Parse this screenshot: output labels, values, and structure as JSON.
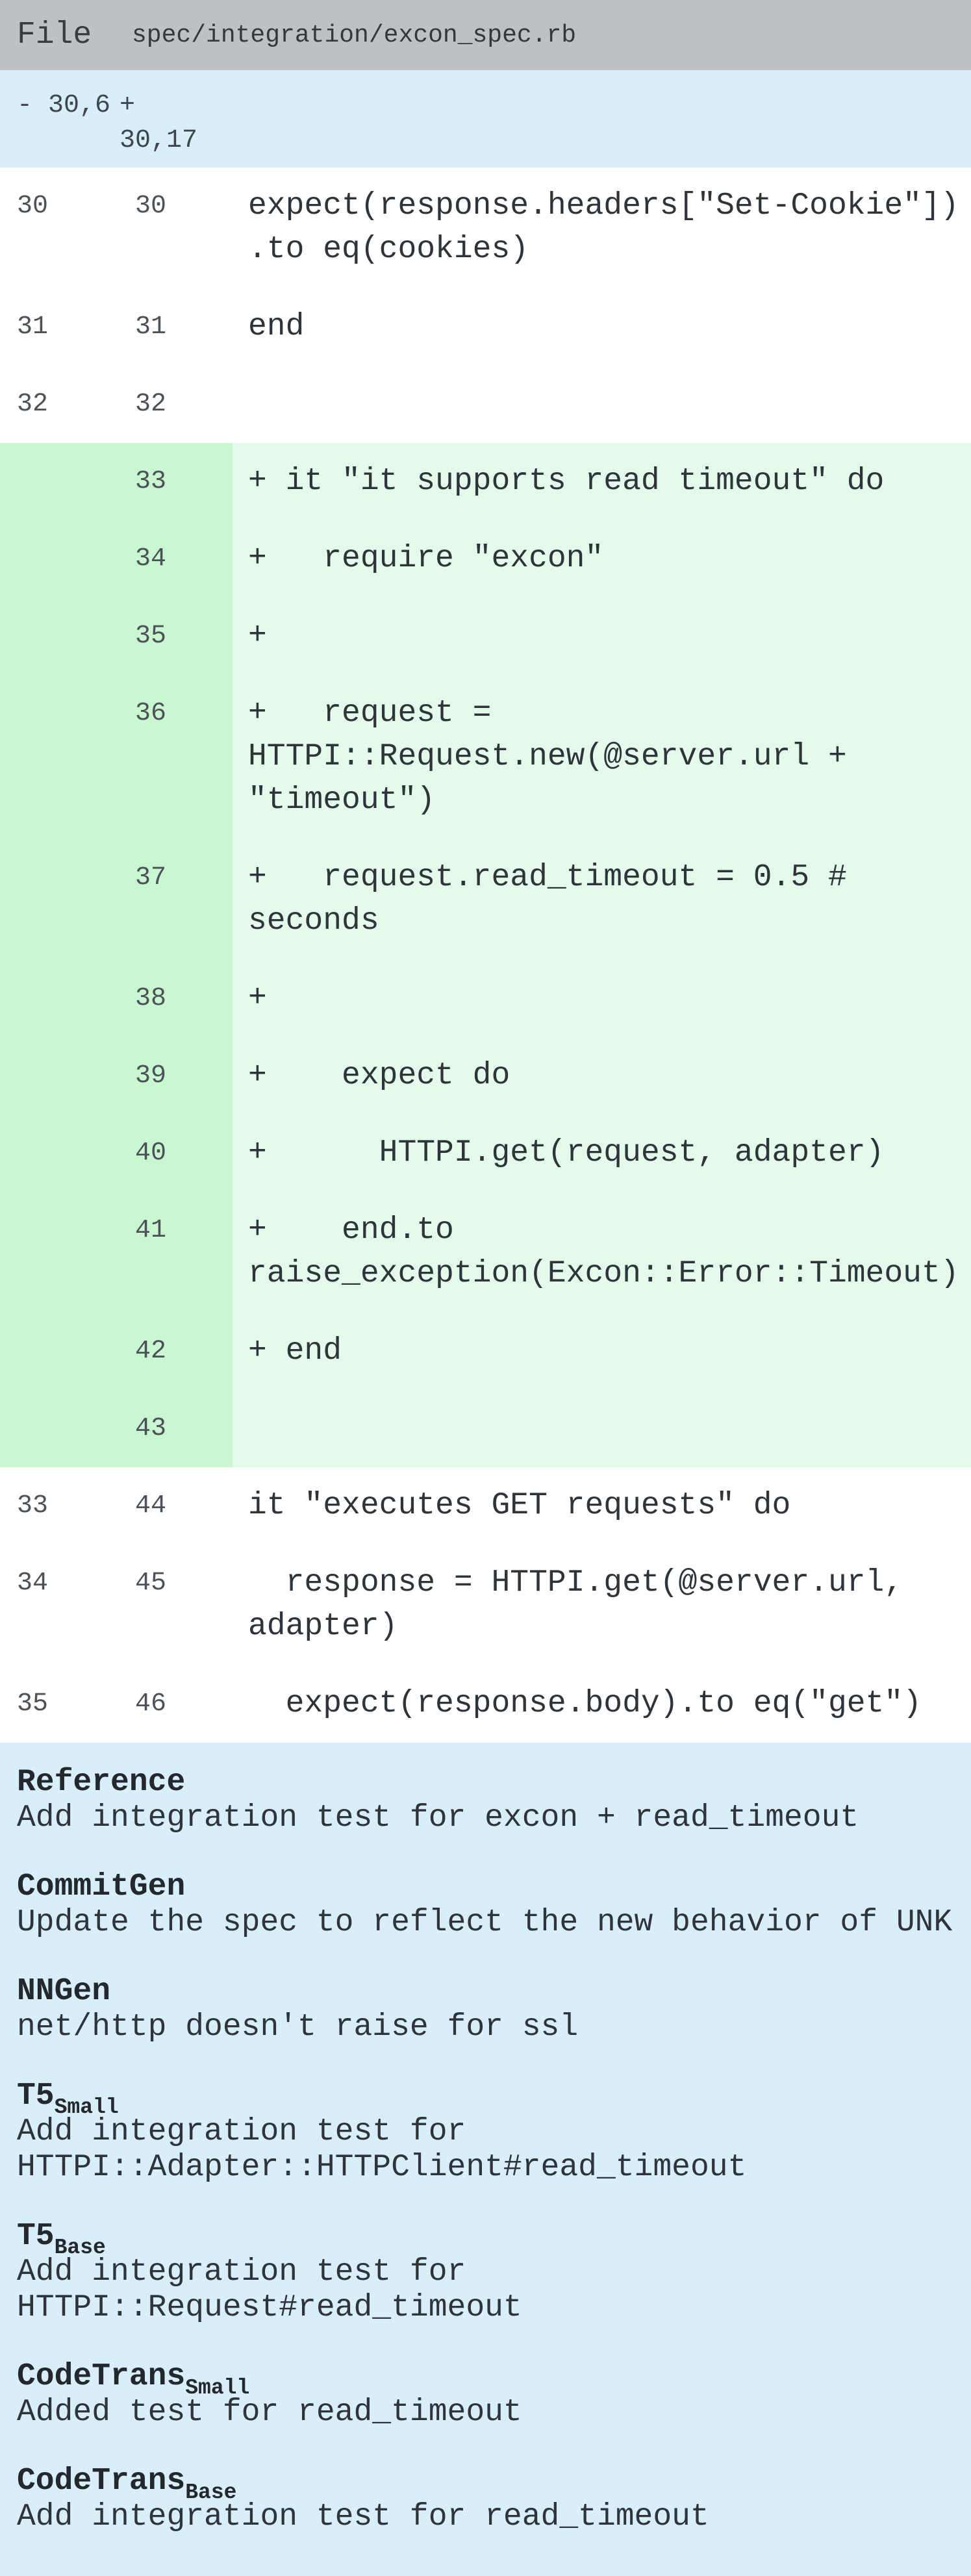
{
  "file_header": {
    "label": "File",
    "path": "spec/integration/excon_spec.rb"
  },
  "hunk_header": {
    "removed_range": "- 30,6",
    "added_range": "+ 30,17"
  },
  "diff_rows": [
    {
      "old": "30",
      "new": "30",
      "type": "context",
      "code_lines": [
        "expect(response.headers[\"Set-Cookie\"])",
        ".to eq(cookies)"
      ]
    },
    {
      "old": "31",
      "new": "31",
      "type": "context",
      "code_lines": [
        "end"
      ]
    },
    {
      "old": "32",
      "new": "32",
      "type": "context",
      "code_lines": [
        ""
      ]
    },
    {
      "old": "",
      "new": "33",
      "type": "added",
      "code_lines": [
        "+ it \"it supports read timeout\" do"
      ]
    },
    {
      "old": "",
      "new": "34",
      "type": "added",
      "code_lines": [
        "+   require \"excon\""
      ]
    },
    {
      "old": "",
      "new": "35",
      "type": "added",
      "code_lines": [
        "+"
      ]
    },
    {
      "old": "",
      "new": "36",
      "type": "added",
      "code_lines": [
        "+   request =",
        "HTTPI::Request.new(@server.url +",
        "\"timeout\")"
      ]
    },
    {
      "old": "",
      "new": "37",
      "type": "added",
      "code_lines": [
        "+   request.read_timeout = 0.5 #",
        "seconds"
      ]
    },
    {
      "old": "",
      "new": "38",
      "type": "added",
      "code_lines": [
        "+"
      ]
    },
    {
      "old": "",
      "new": "39",
      "type": "added",
      "code_lines": [
        "+    expect do"
      ]
    },
    {
      "old": "",
      "new": "40",
      "type": "added",
      "code_lines": [
        "+      HTTPI.get(request, adapter)"
      ]
    },
    {
      "old": "",
      "new": "41",
      "type": "added",
      "code_lines": [
        "+    end.to",
        "raise_exception(Excon::Error::Timeout)"
      ]
    },
    {
      "old": "",
      "new": "42",
      "type": "added",
      "code_lines": [
        "+ end"
      ]
    },
    {
      "old": "",
      "new": "43",
      "type": "added",
      "code_lines": [
        ""
      ]
    },
    {
      "old": "33",
      "new": "44",
      "type": "context",
      "code_lines": [
        "it \"executes GET requests\" do"
      ]
    },
    {
      "old": "34",
      "new": "45",
      "type": "context",
      "code_lines": [
        "  response = HTTPI.get(@server.url,",
        "adapter)"
      ]
    },
    {
      "old": "35",
      "new": "46",
      "type": "context",
      "code_lines": [
        "  expect(response.body).to eq(\"get\")"
      ]
    }
  ],
  "model_outputs": [
    {
      "model": "Reference",
      "variant": "",
      "message_lines": [
        "Add integration test for excon + read_timeout"
      ]
    },
    {
      "model": "CommitGen",
      "variant": "",
      "message_lines": [
        "Update the spec to reflect the new behavior of UNK"
      ]
    },
    {
      "model": "NNGen",
      "variant": "",
      "message_lines": [
        "net/http doesn't raise for ssl"
      ]
    },
    {
      "model": "T5",
      "variant": "Small",
      "message_lines": [
        "Add integration test for",
        "HTTPI::Adapter::HTTPClient#read_timeout"
      ]
    },
    {
      "model": "T5",
      "variant": "Base",
      "message_lines": [
        "Add integration test for",
        "HTTPI::Request#read_timeout"
      ]
    },
    {
      "model": "CodeTrans",
      "variant": "Small",
      "message_lines": [
        "Added test for read_timeout"
      ]
    },
    {
      "model": "CodeTrans",
      "variant": "Base",
      "message_lines": [
        "Add integration test for read_timeout"
      ]
    }
  ],
  "colors": {
    "header_bg": "#bdc1c5",
    "hunk_bg": "#d9eefb",
    "added_gutter_bg": "#c9f7d2",
    "added_code_bg": "#e4faeb",
    "models_bg": "#d9eefb",
    "code_text": "#2e343a",
    "line_number_text": "#4c5257"
  }
}
